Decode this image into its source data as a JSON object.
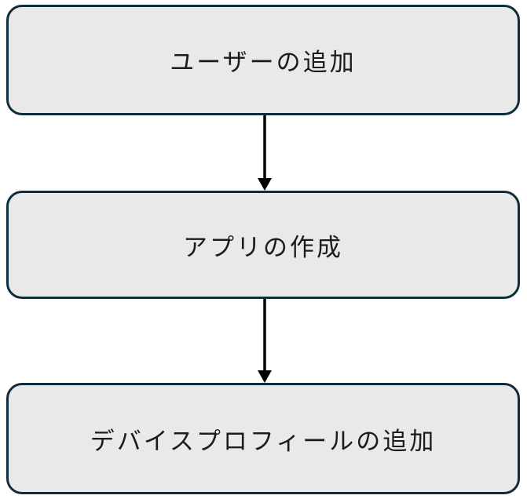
{
  "diagram": {
    "type": "flowchart",
    "direction": "top-to-bottom",
    "nodes": [
      {
        "id": "add-user",
        "label": "ユーザーの追加"
      },
      {
        "id": "create-app",
        "label": "アプリの作成"
      },
      {
        "id": "add-device-profile",
        "label": "デバイスプロフィールの追加"
      }
    ],
    "edges": [
      {
        "from": "add-user",
        "to": "create-app",
        "style": "arrow-down"
      },
      {
        "from": "create-app",
        "to": "add-device-profile",
        "style": "arrow-down"
      }
    ],
    "colors": {
      "background": "#ffffff",
      "node_fill": "#e9e9e9",
      "node_border": "#0f2d3d",
      "arrow": "#000000",
      "text": "#1c1c1c"
    }
  }
}
